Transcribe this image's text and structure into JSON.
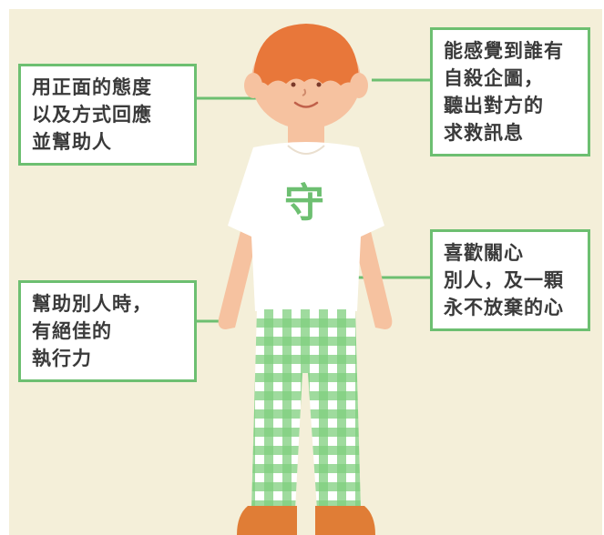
{
  "shirt_character": "守",
  "callouts": {
    "attitude": [
      "用正面的態度",
      "以及方式回應",
      "並幫助人"
    ],
    "perceive": [
      "能感覺到誰有",
      "自殺企圖，",
      "聽出對方的",
      "求救訊息"
    ],
    "care": [
      "喜歡關心",
      "別人，及一顆",
      "永不放棄的心"
    ],
    "execution": [
      "幫助別人時，",
      "有絕佳的",
      "執行力"
    ]
  },
  "colors": {
    "background": "#f4efd9",
    "accent_green": "#6dbf71",
    "hair": "#e8773a",
    "skin": "#f6c2a0",
    "shoes": "#e07d36"
  }
}
